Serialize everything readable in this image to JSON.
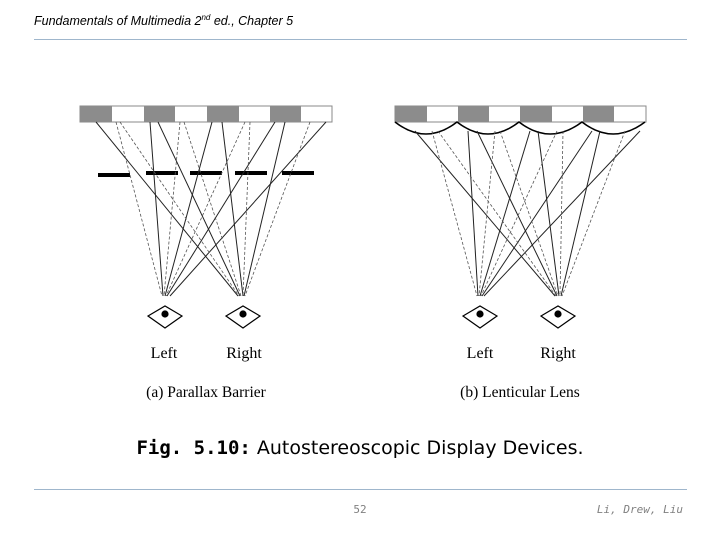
{
  "header": {
    "title_pre": "Fundamentals of Multimedia 2",
    "title_sup": "nd",
    "title_post": " ed., Chapter 5"
  },
  "diagram": {
    "left": {
      "eye_left": "Left",
      "eye_right": "Right",
      "caption": "(a) Parallax Barrier"
    },
    "right": {
      "eye_left": "Left",
      "eye_right": "Right",
      "caption": "(b) Lenticular Lens"
    }
  },
  "figure": {
    "label": "Fig. 5.10:",
    "text": " Autostereoscopic Display Devices."
  },
  "footer": {
    "page": "52",
    "authors": "Li, Drew, Liu"
  }
}
